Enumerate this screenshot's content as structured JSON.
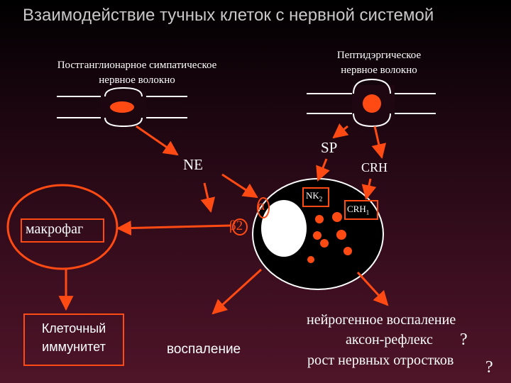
{
  "title": "Взаимодействие тучных клеток с нервной системой",
  "labels": {
    "sympathetic_fiber": [
      "Постганглионарное симпатическое",
      "нервное волокно"
    ],
    "peptidergic_fiber": [
      "Пептидэргическое",
      "нервное волокно"
    ],
    "ne": "NE",
    "sp": "SP",
    "crh": "CRH",
    "alpha": "α",
    "beta2": "β2",
    "nk2_base": "NK",
    "nk2_sub": "2",
    "crh1_base": "CRH",
    "crh1_sub": "1",
    "macrophage": "макрофаг",
    "cellular_immunity": [
      "Клеточный",
      "иммунитет"
    ],
    "inflammation": "воспаление",
    "neurogenic_inflammation": "нейрогенное воспаление",
    "axon_reflex": "аксон-рефлекс",
    "axon_reflex_q": "?",
    "nerve_growth": "рост нервных отростков",
    "nerve_growth_q": "?"
  },
  "colors": {
    "accent": "#ff4a14",
    "line": "#ffffff",
    "text": "#ffffff",
    "title": "#c8c8c8"
  }
}
